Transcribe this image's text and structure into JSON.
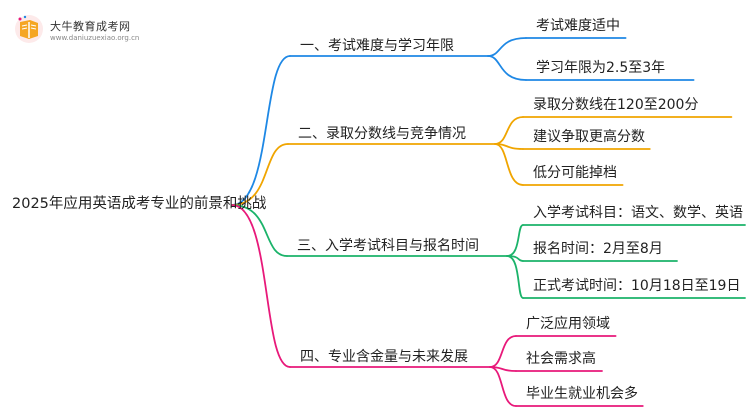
{
  "logo": {
    "name": "大牛教育成考网",
    "url": "www.daniuzuexiao.org.cn"
  },
  "mindmap": {
    "root": "2025年应用英语成考专业的前景和挑战",
    "branches": [
      {
        "label": "一、考试难度与学习年限",
        "color": "#1e88e5",
        "children": [
          "考试难度适中",
          "学习年限为2.5至3年"
        ]
      },
      {
        "label": "二、录取分数线与竞争情况",
        "color": "#f0a500",
        "children": [
          "录取分数线在120至200分",
          "建议争取更高分数",
          "低分可能掉档"
        ]
      },
      {
        "label": "三、入学考试科目与报名时间",
        "color": "#1bb36a",
        "children": [
          "入学考试科目：语文、数学、英语",
          "报名时间：2月至8月",
          "正式考试时间：10月18日至19日"
        ]
      },
      {
        "label": "四、专业含金量与未来发展",
        "color": "#e8197a",
        "children": [
          "广泛应用领域",
          "社会需求高",
          "毕业生就业机会多"
        ]
      }
    ]
  }
}
